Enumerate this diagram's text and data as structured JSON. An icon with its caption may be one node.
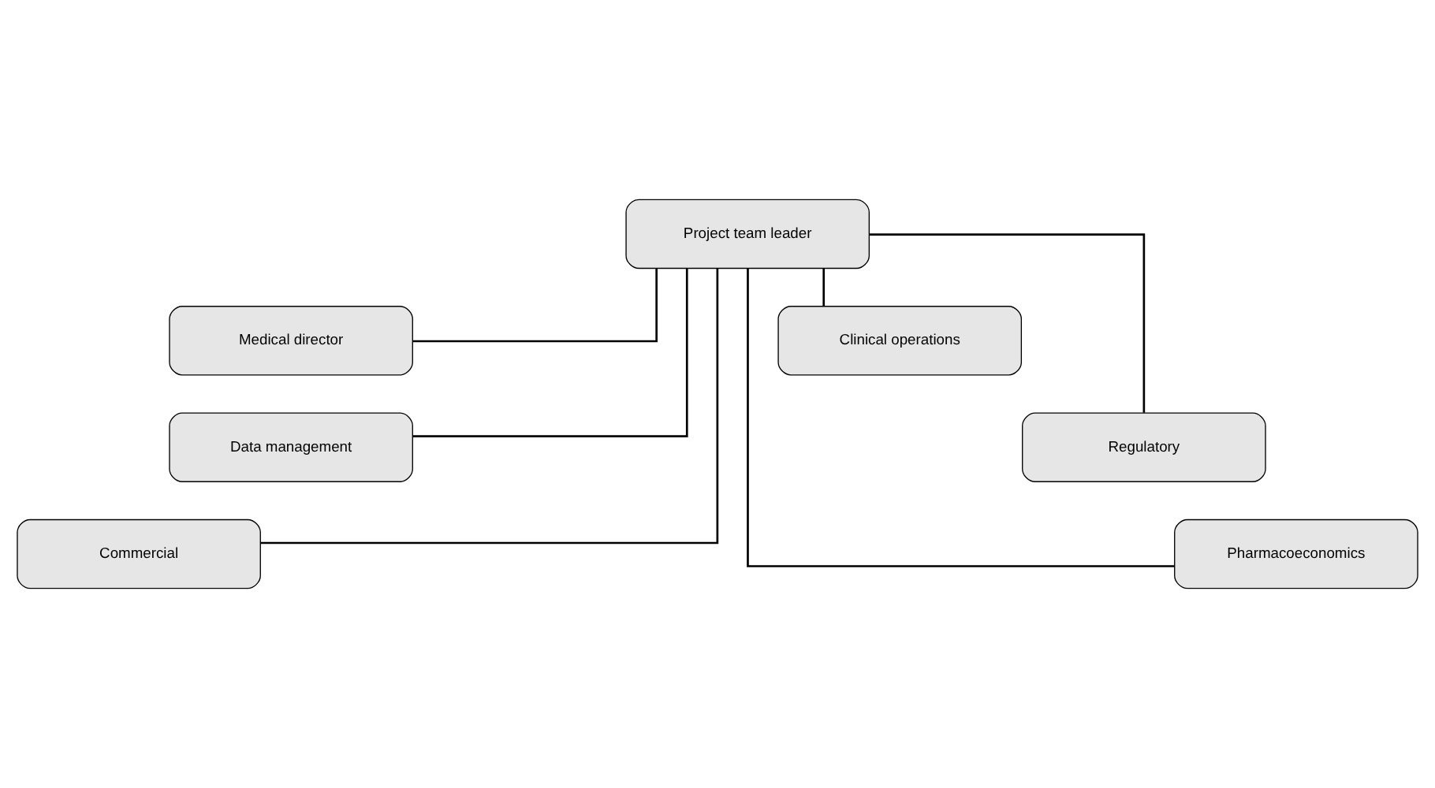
{
  "diagram": {
    "nodes": [
      {
        "text": [
          "Project team leader"
        ]
      },
      {
        "text": [
          "Medical director"
        ]
      },
      {
        "text": [
          "Clinical operations"
        ]
      },
      {
        "text": [
          "Data management"
        ]
      },
      {
        "text": [
          "Regulatory"
        ]
      },
      {
        "text": [
          "Commercial"
        ]
      },
      {
        "text": [
          "Pharmacoeconomics"
        ]
      }
    ],
    "edges": [
      {
        "from": 0,
        "to": 1,
        "arrow": "none"
      },
      {
        "from": 0,
        "to": 2,
        "arrow": "none"
      },
      {
        "from": 0,
        "to": 3,
        "arrow": "none"
      },
      {
        "from": 0,
        "to": 4,
        "arrow": "none"
      },
      {
        "from": 0,
        "to": 5,
        "arrow": "none"
      },
      {
        "from": 0,
        "to": 6,
        "arrow": "none"
      }
    ]
  }
}
